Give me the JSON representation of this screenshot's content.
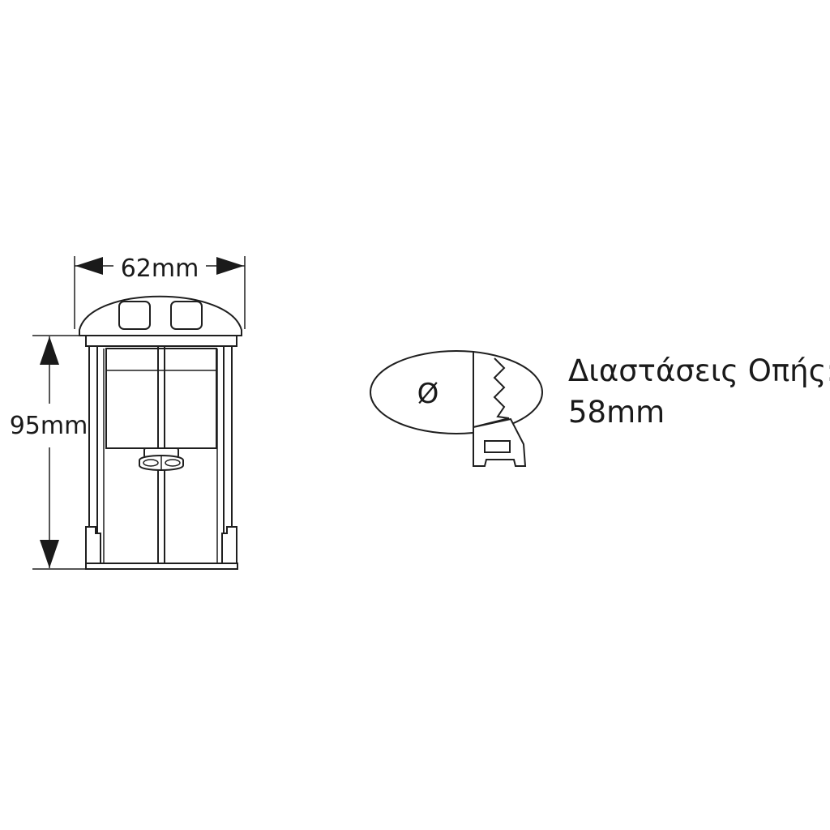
{
  "dimensions": {
    "width_label": "62mm",
    "height_label": "95mm"
  },
  "hole": {
    "symbol": "Ø",
    "caption_line1": "Διαστάσεις Οπής:",
    "caption_line2": "58mm"
  }
}
